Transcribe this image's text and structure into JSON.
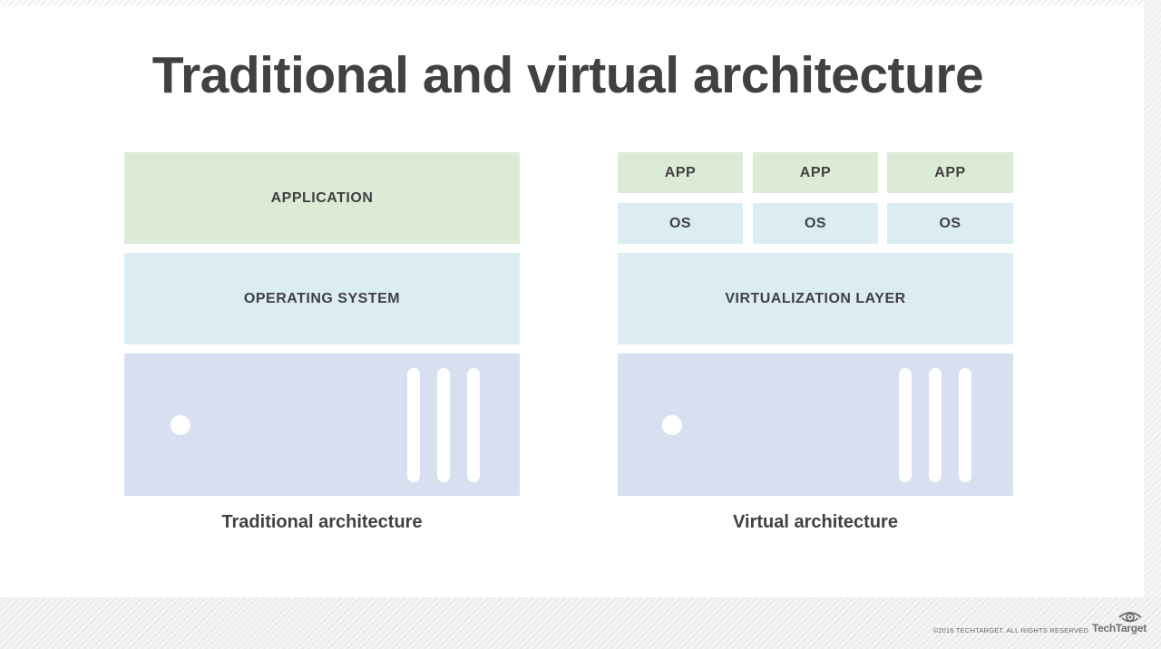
{
  "title": "Traditional and virtual architecture",
  "traditional": {
    "application": "APPLICATION",
    "operating_system": "OPERATING SYSTEM",
    "caption": "Traditional architecture"
  },
  "virtual": {
    "apps": [
      "APP",
      "APP",
      "APP"
    ],
    "oses": [
      "OS",
      "OS",
      "OS"
    ],
    "virtualization_layer": "VIRTUALIZATION LAYER",
    "caption": "Virtual architecture"
  },
  "footer": {
    "copyright": "©2016 TECHTARGET. ALL RIGHTS RESERVED",
    "brand": "TechTarget",
    "logo_icon": "eye-icon"
  },
  "colors": {
    "application_green": "#dcebd6",
    "os_blue": "#dbecf3",
    "server_blue": "#d7dff0",
    "text": "#414042"
  }
}
